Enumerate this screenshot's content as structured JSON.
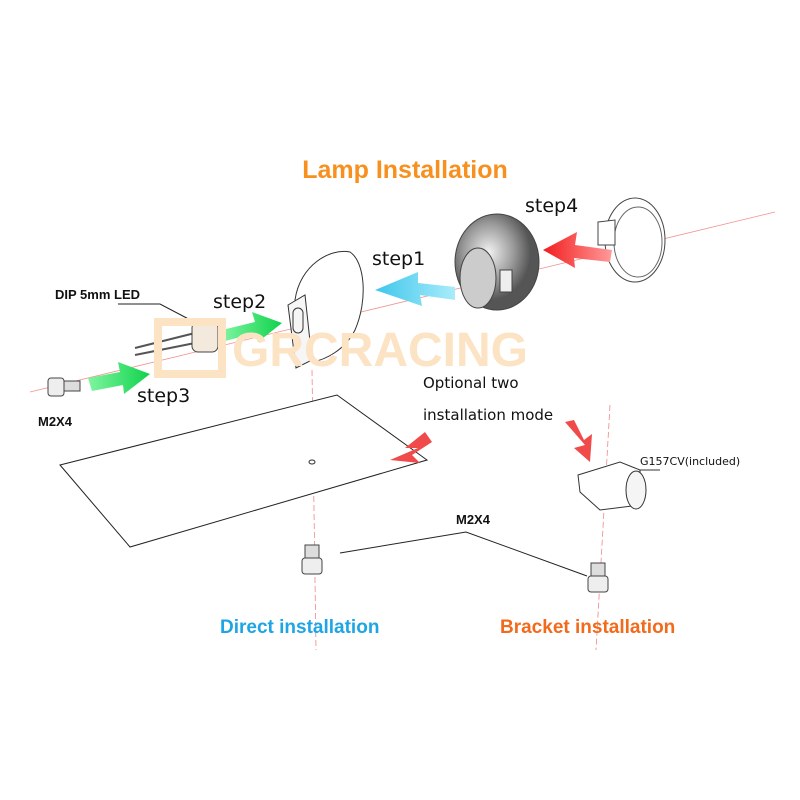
{
  "title": "Lamp Installation",
  "watermark": "GRCRACING",
  "steps": {
    "step1": "step1",
    "step2": "step2",
    "step3": "step3",
    "step4": "step4"
  },
  "labels": {
    "led": "DIP 5mm LED",
    "screw_left": "M2X4",
    "screw_bottom": "M2X4",
    "optional_line1": "Optional two",
    "optional_line2": "installation mode",
    "bracket_part": "G157CV(included)"
  },
  "modes": {
    "direct": "Direct installation",
    "bracket": "Bracket installation"
  },
  "colors": {
    "title": "#f7901e",
    "direct": "#1ea5e3",
    "bracket": "#f26a1b",
    "green_arrow": "#2ee06a",
    "cyan_arrow": "#5fd3f0",
    "red_arrow": "#f23a3a",
    "watermark": "#fbe3c4"
  }
}
